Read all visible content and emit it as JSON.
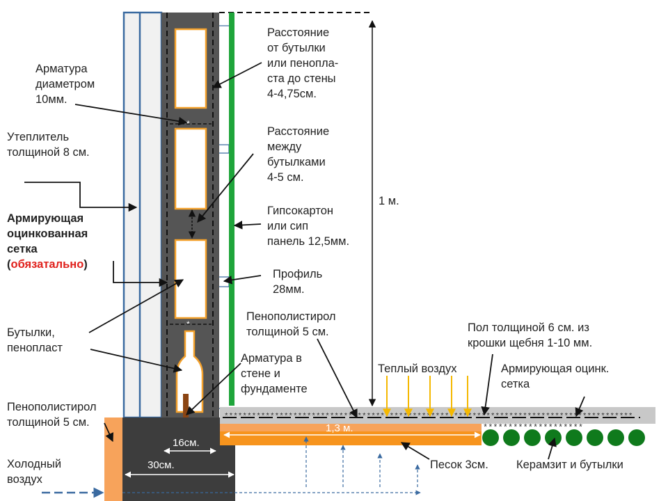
{
  "labels": {
    "rebar": [
      "Арматура",
      "диаметром",
      "10мм."
    ],
    "insulation": [
      "Утеплитель",
      "толщиной 8 см."
    ],
    "mesh_line1": "Армирующая",
    "mesh_line2": "оцинкованная",
    "mesh_line3": "сетка",
    "mesh_paren_open": "(",
    "mesh_required": "обязатально",
    "mesh_paren_close": ")",
    "bottles": [
      "Бутылки,",
      "пенопласт"
    ],
    "foam_left": [
      "Пенополистирол",
      "толщиной 5 см."
    ],
    "cold_air": [
      "Холодный",
      "воздух"
    ],
    "dist_wall": [
      "Расстояние",
      "от бутылки",
      "или пенопла-",
      "ста до  стены",
      "4-4,75см."
    ],
    "dist_bottles": [
      "Расстояние",
      "между",
      "бутылками",
      " 4-5 см."
    ],
    "drywall": [
      "Гипсокартон",
      "или  сип",
      "панель 12,5мм."
    ],
    "profile": [
      "Профиль",
      "28мм."
    ],
    "foam_floor": [
      "Пенополистирол",
      "толщиной 5 см."
    ],
    "rebar_wall": [
      "Арматура в",
      "стене и",
      "фундаменте"
    ],
    "floor": [
      "Пол толщиной 6 см. из",
      "крошки щебня 1-10 мм."
    ],
    "warm_air": "Теплый  воздух",
    "floor_mesh": [
      "Армирующая оцинк.",
      "сетка"
    ],
    "height": "1 м.",
    "width_floor": "1,3 м.",
    "width_16": "16см.",
    "width_30": "30см.",
    "sand": "Песок  3см.",
    "clay": "Керамзит и бутылки"
  },
  "colors": {
    "concrete": "#555555",
    "foundation": "#3d3d3d",
    "insulation_outline": "#3a6aa0",
    "insulation_fill": "#f1f1f1",
    "bottle_outline": "#f4a12c",
    "drywall": "#1fa53b",
    "foam": "#f7a35b",
    "sand": "#f7941d",
    "floor": "#c8c8c8",
    "warm_air": "#f5b800",
    "cold_air": "#3a6aa0",
    "clay_balls": "#0f7a1c",
    "required_text": "#e0201b",
    "rebar": "#8b4513"
  }
}
